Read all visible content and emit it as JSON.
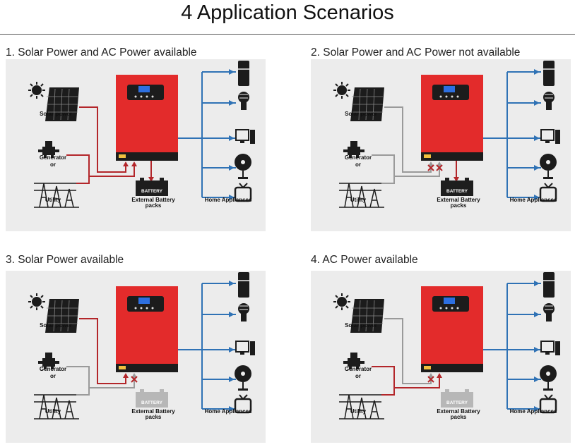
{
  "page": {
    "title": "4 Application Scenarios"
  },
  "labels": {
    "solar": "Solar power",
    "generator": "Generator",
    "or": "or",
    "utility": "Utility",
    "battery_line1": "External Battery",
    "battery_line2": "packs",
    "home": "Home Appliances",
    "battery_text": "BATTERY"
  },
  "colors": {
    "active": "#b3262a",
    "inactive": "#9a9a9a",
    "appliance_line": "#2f72b5",
    "inverter": "#e32b2b"
  },
  "scenarios": [
    {
      "title": "1. Solar Power and AC Power available",
      "solar_active": true,
      "ac_active": true,
      "battery_active": true,
      "solar_cross": false,
      "ac_cross": false
    },
    {
      "title": "2. Solar Power and AC Power not available",
      "solar_active": false,
      "ac_active": false,
      "battery_active": true,
      "solar_cross": true,
      "ac_cross": true
    },
    {
      "title": "3. Solar Power available",
      "solar_active": true,
      "ac_active": false,
      "battery_active": false,
      "solar_cross": false,
      "ac_cross": true
    },
    {
      "title": "4. AC Power available",
      "solar_active": false,
      "ac_active": true,
      "battery_active": false,
      "solar_cross": true,
      "ac_cross": false
    }
  ],
  "appliances": [
    "fridge-icon",
    "bulb-icon",
    "computer-icon",
    "fan-icon",
    "tv-icon"
  ]
}
